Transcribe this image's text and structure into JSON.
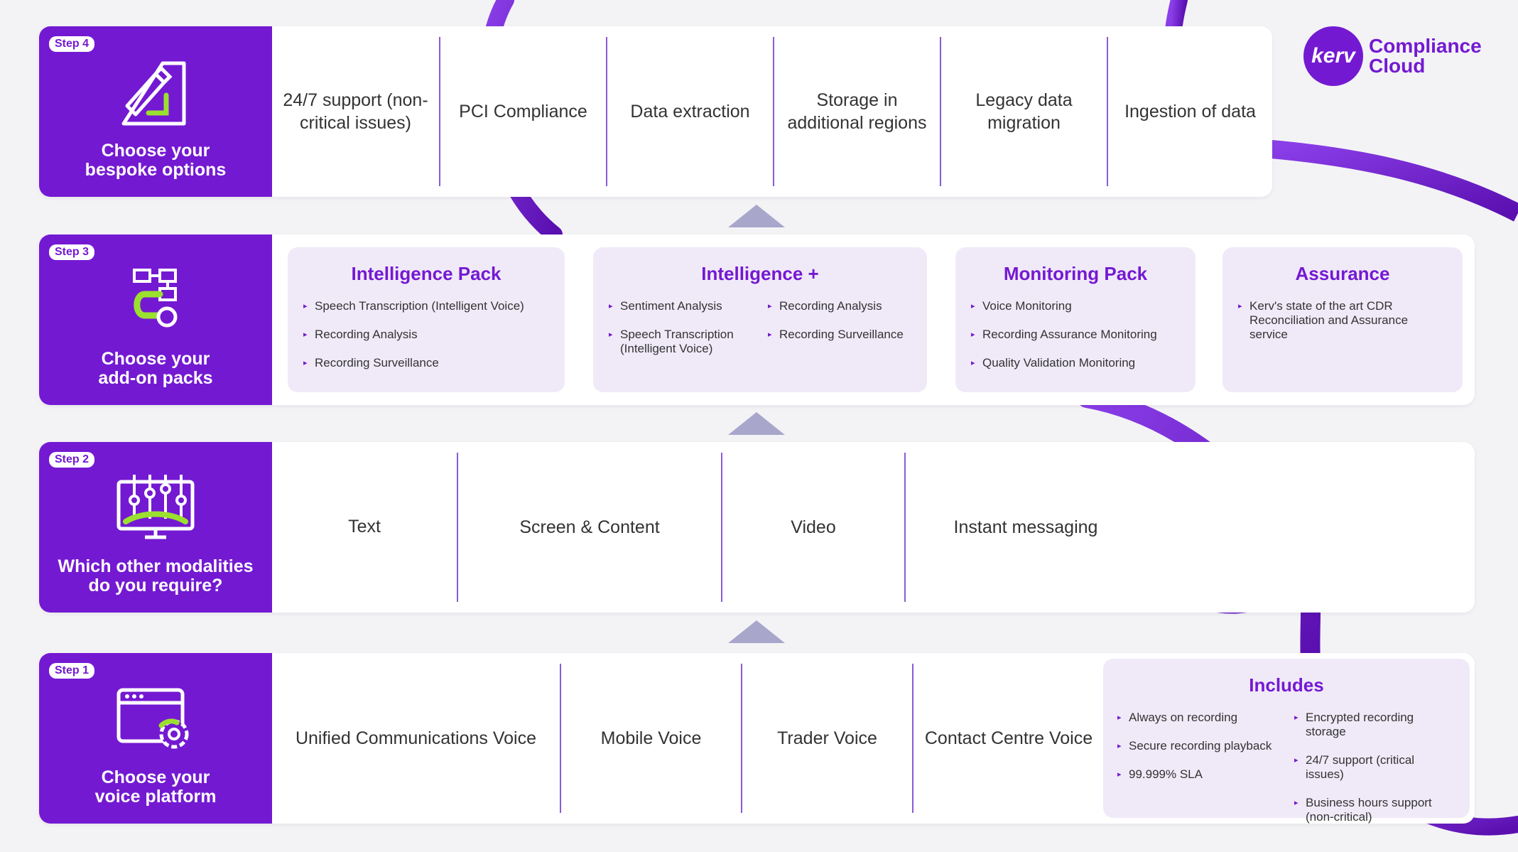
{
  "logo": {
    "mark": "kerv",
    "line1": "Compliance",
    "line2": "Cloud"
  },
  "step4": {
    "badge": "Step 4",
    "title_line1": "Choose your",
    "title_line2": "bespoke options",
    "icon": "ruler-pencil-icon",
    "options": [
      "24/7 support (non-critical issues)",
      "PCI Compliance",
      "Data extraction",
      "Storage in additional regions",
      "Legacy data migration",
      "Ingestion of data"
    ]
  },
  "step3": {
    "badge": "Step 3",
    "title_line1": "Choose your",
    "title_line2": "add-on packs",
    "icon": "workflow-icon",
    "packs": {
      "intelligence": {
        "title": "Intelligence Pack",
        "items": [
          "Speech Transcription (Intelligent Voice)",
          "Recording Analysis",
          "Recording Surveillance"
        ]
      },
      "intelligence_plus": {
        "title": "Intelligence +",
        "col1": [
          "Sentiment Analysis",
          "Speech Transcription (Intelligent Voice)"
        ],
        "col2": [
          "Recording Analysis",
          "Recording Surveillance"
        ]
      },
      "monitoring": {
        "title": "Monitoring Pack",
        "items": [
          "Voice Monitoring",
          "Recording Assurance Monitoring",
          "Quality Validation Monitoring"
        ]
      },
      "assurance": {
        "title": "Assurance",
        "items": [
          "Kerv's state of the art CDR Reconciliation and Assurance service"
        ]
      }
    }
  },
  "step2": {
    "badge": "Step 2",
    "title_line1": "Which other modalities",
    "title_line2": "do you require?",
    "icon": "monitor-sliders-icon",
    "options": [
      "Text",
      "Screen & Content",
      "Video",
      "Instant messaging"
    ]
  },
  "step1": {
    "badge": "Step 1",
    "title_line1": "Choose your",
    "title_line2": "voice platform",
    "icon": "browser-gear-icon",
    "options": [
      "Unified Communications Voice",
      "Mobile Voice",
      "Trader Voice",
      "Contact Centre Voice"
    ],
    "includes": {
      "title": "Includes",
      "col1": [
        "Always on recording",
        "Secure recording playback",
        "99.999% SLA"
      ],
      "col2": [
        "Encrypted recording storage",
        "24/7 support (critical issues)",
        "Business hours support (non-critical)"
      ]
    }
  },
  "colors": {
    "brand_purple": "#7419d2",
    "accent_green": "#9be02e",
    "arrow": "#a9a6cc",
    "pack_bg": "#f0eaf8"
  }
}
